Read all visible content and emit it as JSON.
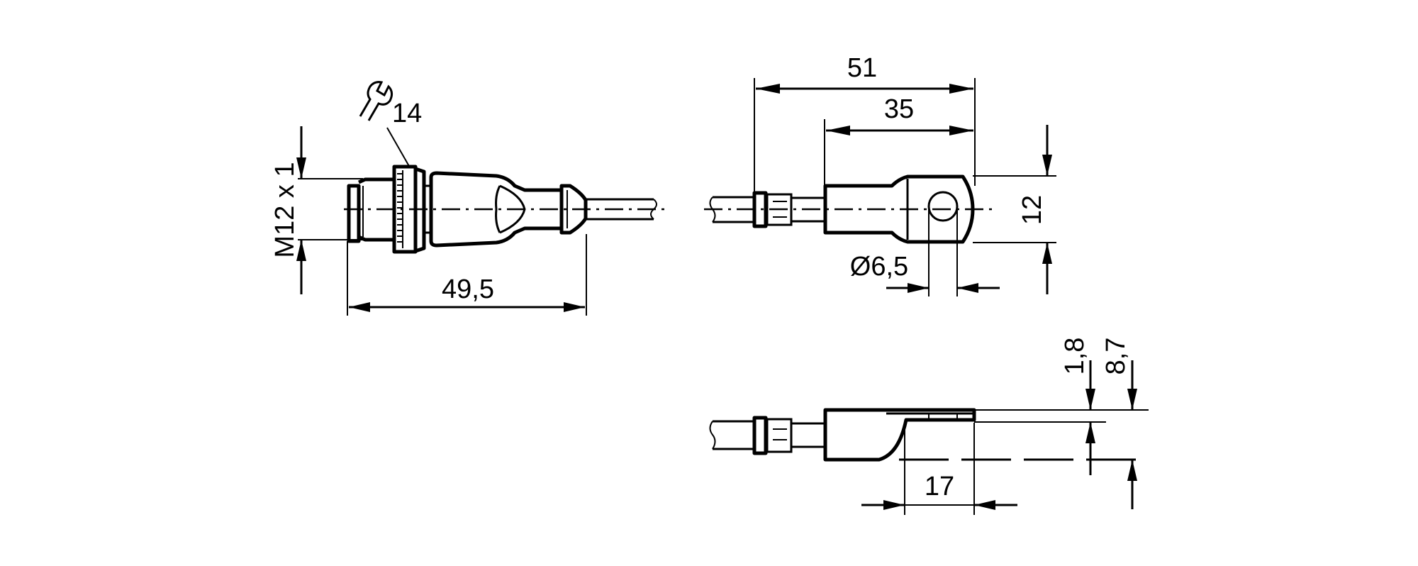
{
  "drawing": {
    "title": "Connector with ring terminal – dimension drawing",
    "units": "mm",
    "line_color": "#000000",
    "background": "#ffffff"
  },
  "left_view": {
    "thread_label": "M12 x 1",
    "wrench_size_label": "14",
    "wrench_icon": "wrench-icon",
    "length_label": "49,5"
  },
  "top_right_view": {
    "overall_length_label": "51",
    "lug_length_label": "35",
    "lug_width_label": "12",
    "hole_diameter_label": "Ø6,5"
  },
  "bottom_right_view": {
    "thickness_label": "1,8",
    "height_label": "8,7",
    "offset_length_label": "17"
  }
}
